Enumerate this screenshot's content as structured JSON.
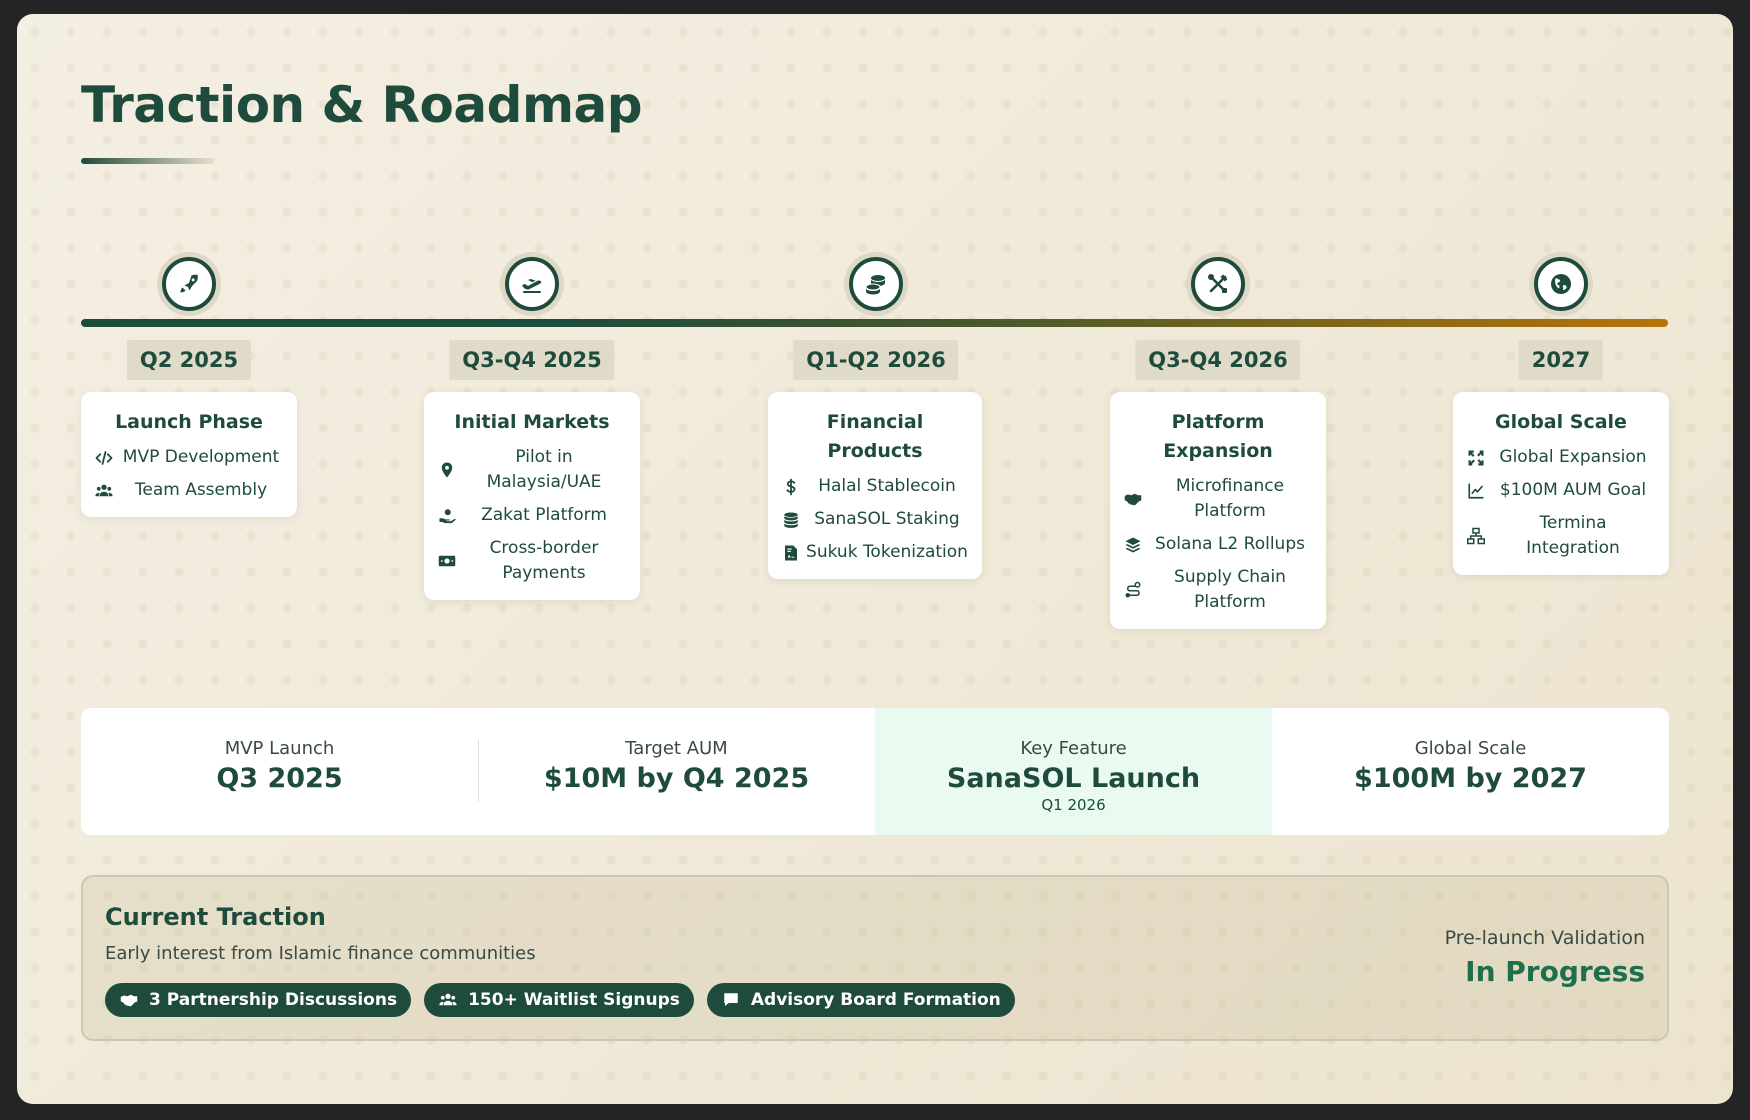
{
  "header": {
    "title": "Traction & Roadmap"
  },
  "milestones": [
    {
      "icon": "rocket-icon",
      "date": "Q2 2025",
      "title": "Launch Phase",
      "items": [
        {
          "icon": "code-icon",
          "label": "MVP Development"
        },
        {
          "icon": "users-icon",
          "label": "Team Assembly"
        }
      ]
    },
    {
      "icon": "plane-departure-icon",
      "date": "Q3-Q4 2025",
      "title": "Initial Markets",
      "items": [
        {
          "icon": "map-pin-icon",
          "label": "Pilot in Malaysia/UAE"
        },
        {
          "icon": "hand-holding-icon",
          "label": "Zakat Platform"
        },
        {
          "icon": "money-bill-icon",
          "label": "Cross-border Payments"
        }
      ]
    },
    {
      "icon": "coins-icon",
      "date": "Q1-Q2 2026",
      "title": "Financial Products",
      "items": [
        {
          "icon": "dollar-icon",
          "label": "Halal Stablecoin"
        },
        {
          "icon": "coins-stack-icon",
          "label": "SanaSOL Staking"
        },
        {
          "icon": "contract-icon",
          "label": "Sukuk Tokenization"
        }
      ]
    },
    {
      "icon": "tools-icon",
      "date": "Q3-Q4 2026",
      "title": "Platform Expansion",
      "items": [
        {
          "icon": "handshake-icon",
          "label": "Microfinance Platform"
        },
        {
          "icon": "layers-icon",
          "label": "Solana L2 Rollups"
        },
        {
          "icon": "route-icon",
          "label": "Supply Chain Platform"
        }
      ]
    },
    {
      "icon": "globe-icon",
      "date": "2027",
      "title": "Global Scale",
      "items": [
        {
          "icon": "expand-icon",
          "label": "Global Expansion"
        },
        {
          "icon": "chart-line-icon",
          "label": "$100M AUM Goal"
        },
        {
          "icon": "network-icon",
          "label": "Termina Integration"
        }
      ]
    }
  ],
  "stats": [
    {
      "label": "MVP Launch",
      "value": "Q3 2025",
      "sub": ""
    },
    {
      "label": "Target AUM",
      "value": "$10M by Q4 2025",
      "sub": ""
    },
    {
      "label": "Key Feature",
      "value": "SanaSOL Launch",
      "sub": "Q1 2026"
    },
    {
      "label": "Global Scale",
      "value": "$100M by 2027",
      "sub": ""
    }
  ],
  "traction": {
    "title": "Current Traction",
    "subtitle": "Early interest from Islamic finance communities",
    "pills": [
      {
        "icon": "handshake-icon",
        "label": "3 Partnership Discussions"
      },
      {
        "icon": "users-icon",
        "label": "150+ Waitlist Signups"
      },
      {
        "icon": "comment-icon",
        "label": "Advisory Board Formation"
      }
    ],
    "status_label": "Pre-launch Validation",
    "status_value": "In Progress"
  },
  "colors": {
    "primary": "#1e4b3c",
    "accent_gold": "#b5740a",
    "highlight_bg": "#e9faf1",
    "status_green": "#1f6e4c"
  }
}
